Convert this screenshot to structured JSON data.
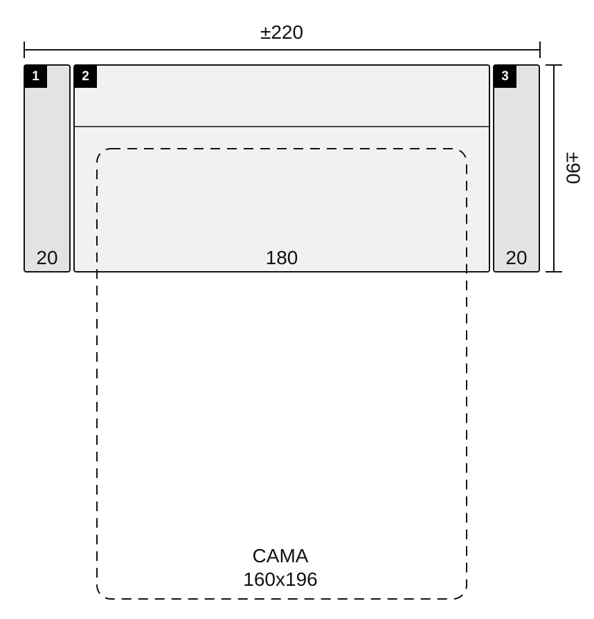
{
  "colors": {
    "line": "#111111",
    "arm_fill": "#e3e3e3",
    "seat_fill": "#f1f1f1",
    "badge_fill": "#000000",
    "badge_text": "#ffffff"
  },
  "dimensions": {
    "total_width": "±220",
    "depth": "±90"
  },
  "modules": [
    {
      "badge": "1",
      "width": "20"
    },
    {
      "badge": "2",
      "width": "180"
    },
    {
      "badge": "3",
      "width": "20"
    }
  ],
  "bed": {
    "label": "CAMA",
    "size": "160x196"
  }
}
